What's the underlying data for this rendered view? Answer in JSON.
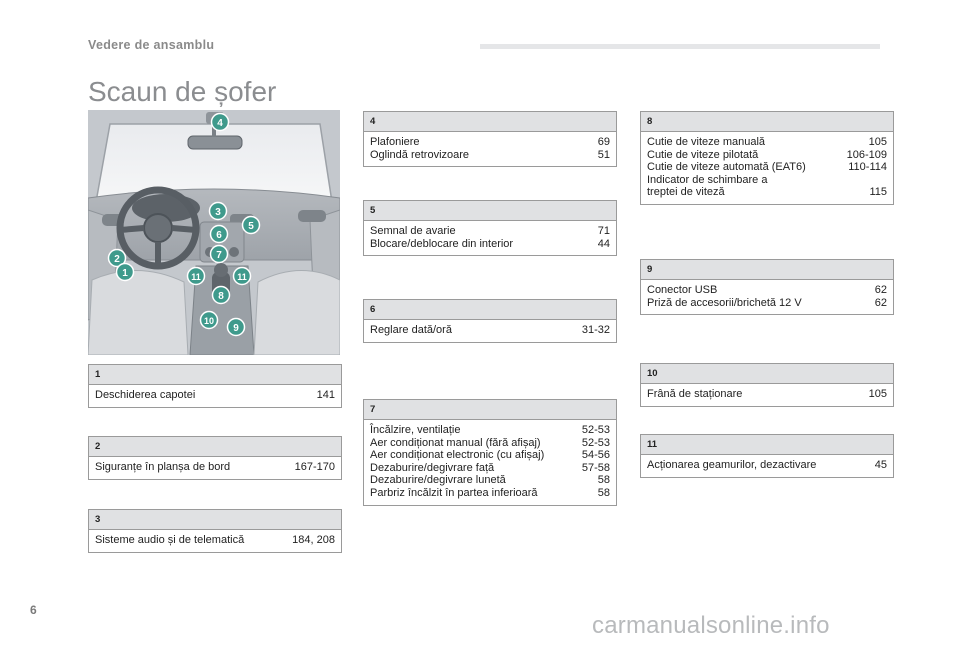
{
  "header": {
    "section": "Vedere de ansamblu",
    "title": "Scaun de șofer"
  },
  "markers": [
    "1",
    "2",
    "3",
    "4",
    "5",
    "6",
    "7",
    "8",
    "9",
    "10",
    "11",
    "11"
  ],
  "colors": {
    "marker": "#3f9a8c",
    "box_header": "#e0e1e3",
    "title": "#8b8d90"
  },
  "boxes": [
    {
      "num": "1",
      "rows": [
        {
          "label": "Deschiderea capotei",
          "page": "141"
        }
      ]
    },
    {
      "num": "2",
      "rows": [
        {
          "label": "Siguranțe în planșa de bord",
          "page": "167-170"
        }
      ]
    },
    {
      "num": "3",
      "rows": [
        {
          "label": "Sisteme audio și de telematică",
          "page": "184, 208"
        }
      ]
    },
    {
      "num": "4",
      "rows": [
        {
          "label": "Plafoniere",
          "page": "69"
        },
        {
          "label": "Oglindă retrovizoare",
          "page": "51"
        }
      ]
    },
    {
      "num": "5",
      "rows": [
        {
          "label": "Semnal de avarie",
          "page": "71"
        },
        {
          "label": "Blocare/deblocare din interior",
          "page": "44"
        }
      ]
    },
    {
      "num": "6",
      "rows": [
        {
          "label": "Reglare dată/oră",
          "page": "31-32"
        }
      ]
    },
    {
      "num": "7",
      "rows": [
        {
          "label": "Încălzire, ventilație",
          "page": "52-53"
        },
        {
          "label": "Aer condiționat manual (fără afișaj)",
          "page": "52-53"
        },
        {
          "label": "Aer condiționat electronic (cu afișaj)",
          "page": "54-56"
        },
        {
          "label": "Dezaburire/degivrare față",
          "page": "57-58"
        },
        {
          "label": "Dezaburire/degivrare lunetă",
          "page": "58"
        },
        {
          "label": "Parbriz încălzit în partea inferioară",
          "page": "58"
        }
      ]
    },
    {
      "num": "8",
      "rows": [
        {
          "label": "Cutie de viteze manuală",
          "page": "105"
        },
        {
          "label": "Cutie de viteze pilotată",
          "page": "106-109"
        },
        {
          "label": "Cutie de viteze automată (EAT6)",
          "page": "110-114"
        },
        {
          "label": "Indicator de schimbare a\ntreptei de viteză",
          "page": "115"
        }
      ]
    },
    {
      "num": "9",
      "rows": [
        {
          "label": "Conector USB",
          "page": "62"
        },
        {
          "label": "Priză de accesorii/brichetă 12 V",
          "page": "62"
        }
      ]
    },
    {
      "num": "10",
      "rows": [
        {
          "label": "Frână de staționare",
          "page": "105"
        }
      ]
    },
    {
      "num": "11",
      "rows": [
        {
          "label": "Acționarea geamurilor, dezactivare",
          "page": "45"
        }
      ]
    }
  ],
  "footer": {
    "page_number": "6",
    "watermark": "carmanualsonline.info"
  }
}
